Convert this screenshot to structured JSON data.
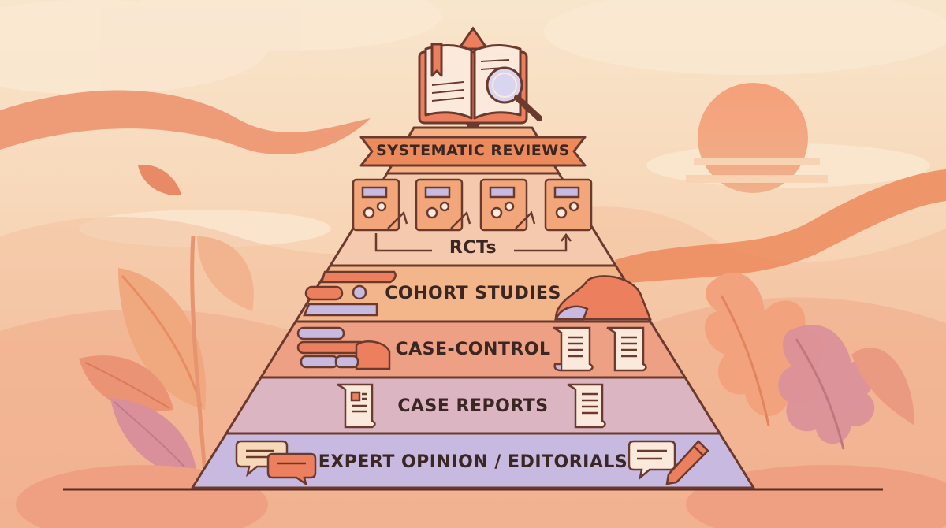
{
  "diagram": {
    "tiers": [
      {
        "id": "systematic-reviews",
        "label": "SYSTEMATIC REVIEWS"
      },
      {
        "id": "rcts",
        "label": "RCTs"
      },
      {
        "id": "cohort-studies",
        "label": "COHORT STUDIES"
      },
      {
        "id": "case-control",
        "label": "CASE-CONTROL"
      },
      {
        "id": "case-reports",
        "label": "CASE REPORTS"
      },
      {
        "id": "expert-opinion",
        "label": "EXPERT OPINION / EDITORIALS"
      }
    ],
    "icons": [
      "open-book-icon",
      "magnifier-icon",
      "notebook-gear-icon",
      "arrow-icon",
      "document-icon",
      "speech-bubble-icon",
      "pen-icon",
      "sun-icon",
      "leaf-icon"
    ],
    "colors": {
      "sky": "#f6dcc0",
      "outline": "#6b3a2e",
      "ribbon": "#ec8a5c",
      "tier_rcts": "#f4c9ad",
      "tier_cohort": "#f3b58a",
      "tier_case_control": "#eda083",
      "tier_case_reports": "#dcb5c3",
      "tier_expert": "#c8b9e0"
    }
  }
}
